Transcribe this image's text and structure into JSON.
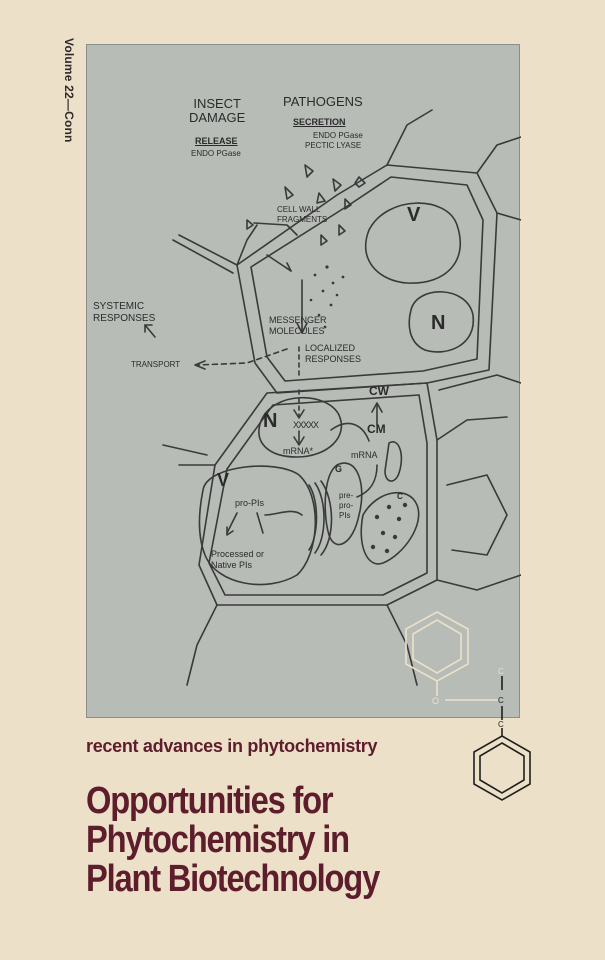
{
  "spine": "Volume 22—Conn",
  "series": "recent advances in phytochemistry",
  "title_lines": [
    "Opportunities for",
    "Phytochemistry in",
    "Plant Biotechnology"
  ],
  "diagram": {
    "insect_damage": [
      "INSECT",
      "DAMAGE"
    ],
    "release": "RELEASE",
    "endo_pgase_1": "ENDO PGase",
    "pathogens": "PATHOGENS",
    "secretion": "SECRETION",
    "endo_pgase_2": "ENDO PGase",
    "pectic_lyase": "PECTIC LYASE",
    "cell_wall_fragments": [
      "CELL WALL",
      "FRAGMENTS"
    ],
    "systemic_responses": [
      "SYSTEMIC",
      "RESPONSES"
    ],
    "messenger_molecules": [
      "MESSENGER",
      "MOLECULES"
    ],
    "localized_responses": [
      "LOCALIZED",
      "RESPONSES"
    ],
    "transport": "TRANSPORT",
    "v_upper": "V",
    "n_upper": "N",
    "cw": "CW",
    "cm": "CM",
    "n_lower": "N",
    "xxxxx": "XXXXX",
    "mrna_star": "mRNA*",
    "mrna": "mRNA",
    "v_lower": "V",
    "pro_pis": "pro-PIs",
    "processed": [
      "Processed or",
      "Native PIs"
    ],
    "g": "G",
    "pre_pro_pis": [
      "pre-",
      "pro-",
      "PIs"
    ],
    "c": "C"
  },
  "molecule_atoms": [
    "O",
    "C",
    "C",
    "C"
  ]
}
